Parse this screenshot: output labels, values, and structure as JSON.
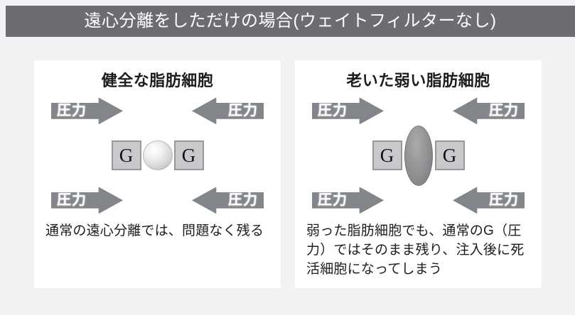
{
  "header": {
    "title": "遠心分離をしただけの場合(ウェイトフィルターなし)",
    "bar_color": "#6b6d71",
    "text_color": "#ffffff"
  },
  "page": {
    "background_color": "#f1f2f4",
    "panel_background_color": "#ffffff"
  },
  "panels": [
    {
      "id": "healthy-fat-cell",
      "title": "健全な脂肪細胞",
      "cell_shape": "sphere",
      "arrows": [
        {
          "position": "top-left",
          "direction": "right",
          "label": "圧力"
        },
        {
          "position": "top-right",
          "direction": "left",
          "label": "圧力"
        },
        {
          "position": "bottom-left",
          "direction": "right",
          "label": "圧力"
        },
        {
          "position": "bottom-right",
          "direction": "left",
          "label": "圧力"
        }
      ],
      "g_labels": {
        "left": "G",
        "right": "G"
      },
      "caption": "通常の遠心分離では、問題なく残る"
    },
    {
      "id": "aged-weak-fat-cell",
      "title": "老いた弱い脂肪細胞",
      "cell_shape": "oval",
      "arrows": [
        {
          "position": "top-left",
          "direction": "right",
          "label": "圧力"
        },
        {
          "position": "top-right",
          "direction": "left",
          "label": "圧力"
        },
        {
          "position": "bottom-left",
          "direction": "right",
          "label": "圧力"
        },
        {
          "position": "bottom-right",
          "direction": "left",
          "label": "圧力"
        }
      ],
      "g_labels": {
        "left": "G",
        "right": "G"
      },
      "caption": "弱った脂肪細胞でも、通常のG（圧力）ではそのまま残り、注入後に死活細胞になってしまう"
    }
  ],
  "colors": {
    "arrow_gray": "#82858a",
    "g_box_fill": "#c9c9cb",
    "g_box_border": "#98989c",
    "text_dark": "#1d1d1f"
  }
}
